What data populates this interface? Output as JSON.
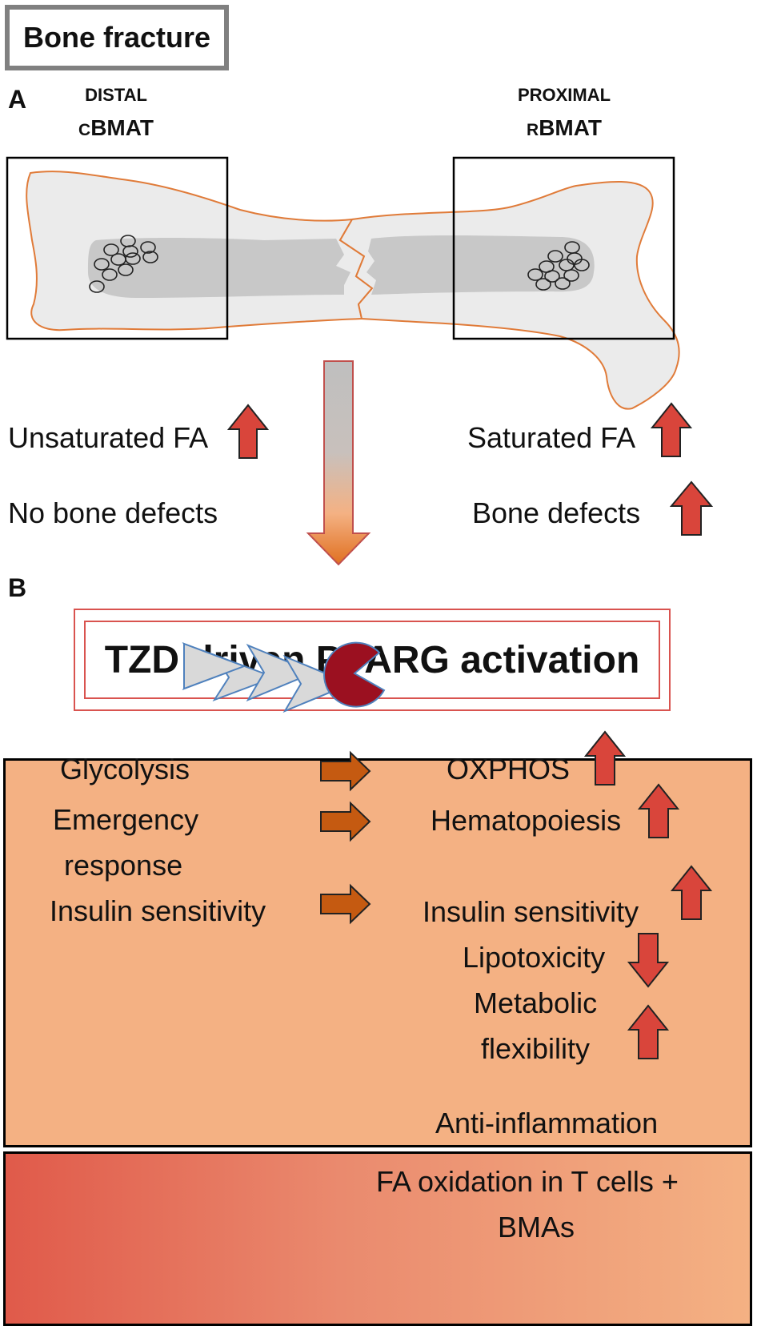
{
  "title": "Bone fracture",
  "panel_a": {
    "letter": "A",
    "distal": {
      "top": "DISTAL",
      "prefix": "c",
      "main": "BMAT"
    },
    "proximal": {
      "top": "PROXIMAL",
      "prefix": "r",
      "main": "BMAT"
    },
    "left_lines": [
      "Unsaturated FA",
      "No bone defects"
    ],
    "right_lines": [
      "Saturated FA",
      "Bone defects"
    ]
  },
  "panel_b": {
    "letter": "B",
    "banner": "TZD driven PPARG activation",
    "left_items": [
      "Glycolysis",
      "Emergency",
      "response",
      "Insulin sensitivity"
    ],
    "right_items": [
      "OXPHOS",
      "Hematopoiesis",
      "Insulin sensitivity",
      "Lipotoxicity",
      "Metabolic",
      "flexibility"
    ],
    "bottom_items": [
      "Anti-inflammation",
      "FA oxidation in T cells +",
      "BMAs"
    ]
  },
  "colors": {
    "bone_fill": "#ebebeb",
    "bone_outline": "#e07b39",
    "marrow": "#c8c8c8",
    "up_arrow": "#d9453b",
    "orange_arrow": "#c55a11",
    "panel_orange": "#f4b183",
    "pacman": "#9b1020",
    "chevron": "#d9d9d9"
  }
}
